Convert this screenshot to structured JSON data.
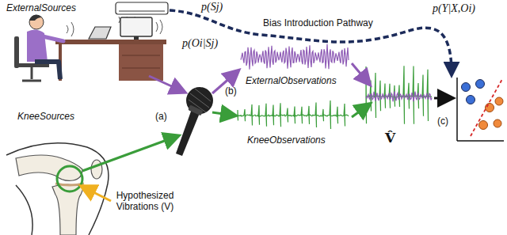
{
  "diagram": {
    "labels": [
      "ExternalSources",
      "p(Sj)",
      "p(Oi|Sj)",
      "Bias Introduction Pathway",
      "p(Y|X,Oi)",
      "(a)",
      "ExternalObservations",
      "(b)",
      "KneeSources",
      "KneeObservations",
      "V̂",
      "(c)",
      "Hypothesized Vibrations (V)"
    ]
  }
}
